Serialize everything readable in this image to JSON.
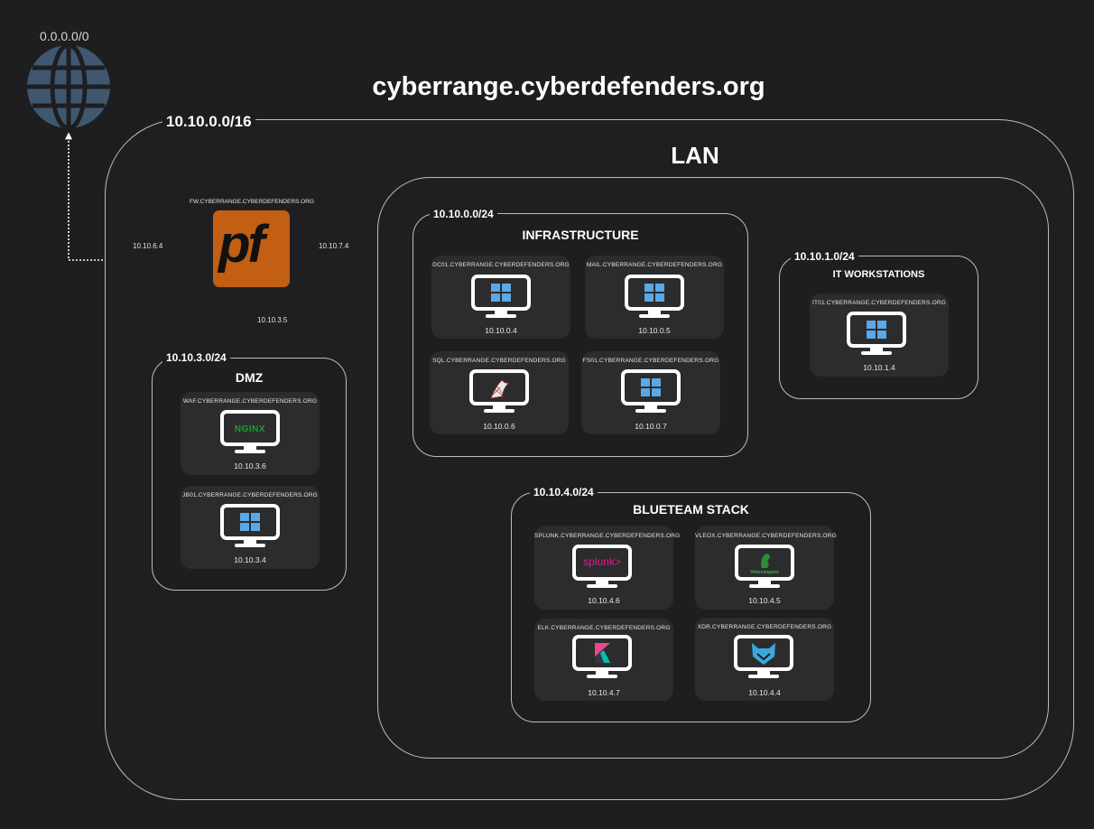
{
  "internet": {
    "label": "0.0.0.0/0",
    "icon": "globe-icon"
  },
  "site": {
    "domain": "cyberrange.cyberdefenders.org",
    "cidr": "10.10.0.0/16"
  },
  "lan": {
    "title": "LAN"
  },
  "firewall": {
    "host": "FW.CYBERRANGE.CYBERDEFENDERS.ORG",
    "logo": "pf",
    "wan_ip": "10.10.6.4",
    "lan_ip": "10.10.7.4",
    "dmz_ip": "10.10.3.5"
  },
  "infrastructure": {
    "cidr": "10.10.0.0/24",
    "title": "INFRASTRUCTURE",
    "hosts": [
      {
        "host": "DC01.CYBERRANGE.CYBERDEFENDERS.ORG",
        "ip": "10.10.0.4",
        "icon": "windows-icon"
      },
      {
        "host": "MAIL.CYBERRANGE.CYBERDEFENDERS.ORG",
        "ip": "10.10.0.5",
        "icon": "windows-icon"
      },
      {
        "host": "SQL.CYBERRANGE.CYBERDEFENDERS.ORG",
        "ip": "10.10.0.6",
        "icon": "mysql-icon"
      },
      {
        "host": "FS01.CYBERRANGE.CYBERDEFENDERS.ORG",
        "ip": "10.10.0.7",
        "icon": "windows-icon"
      }
    ]
  },
  "workstations": {
    "cidr": "10.10.1.0/24",
    "title": "IT WORKSTATIONS",
    "hosts": [
      {
        "host": "IT01.CYBERRANGE.CYBERDEFENDERS.ORG",
        "ip": "10.10.1.4",
        "icon": "windows-icon"
      }
    ]
  },
  "dmz": {
    "cidr": "10.10.3.0/24",
    "title": "DMZ",
    "hosts": [
      {
        "host": "WAF.CYBERRANGE.CYBERDEFENDERS.ORG",
        "ip": "10.10.3.6",
        "icon": "nginx-icon",
        "logo": "NGINX"
      },
      {
        "host": "JB01.CYBERRANGE.CYBERDEFENDERS.ORG",
        "ip": "10.10.3.4",
        "icon": "windows-icon"
      }
    ]
  },
  "blueteam": {
    "cidr": "10.10.4.0/24",
    "title": "BLUETEAM STACK",
    "hosts": [
      {
        "host": "SPLUNK.CYBERRANGE.CYBERDEFENDERS.ORG",
        "ip": "10.10.4.6",
        "icon": "splunk-icon",
        "logo": "splunk>"
      },
      {
        "host": "VLEOX.CYBERRANGE.CYBERDEFENDERS.ORG",
        "ip": "10.10.4.5",
        "icon": "velociraptor-icon",
        "logo": "Velociraptor"
      },
      {
        "host": "ELK.CYBERRANGE.CYBERDEFENDERS.ORG",
        "ip": "10.10.4.7",
        "icon": "kibana-icon"
      },
      {
        "host": "XDR.CYBERRANGE.CYBERDEFENDERS.ORG",
        "ip": "10.10.4.4",
        "icon": "wazuh-icon"
      }
    ]
  },
  "colors": {
    "pfsense": "#c35f12",
    "windows": "#5aa8e6",
    "nginx": "#1c9e37",
    "splunk": "#e0198a",
    "background": "#1e1e20"
  }
}
